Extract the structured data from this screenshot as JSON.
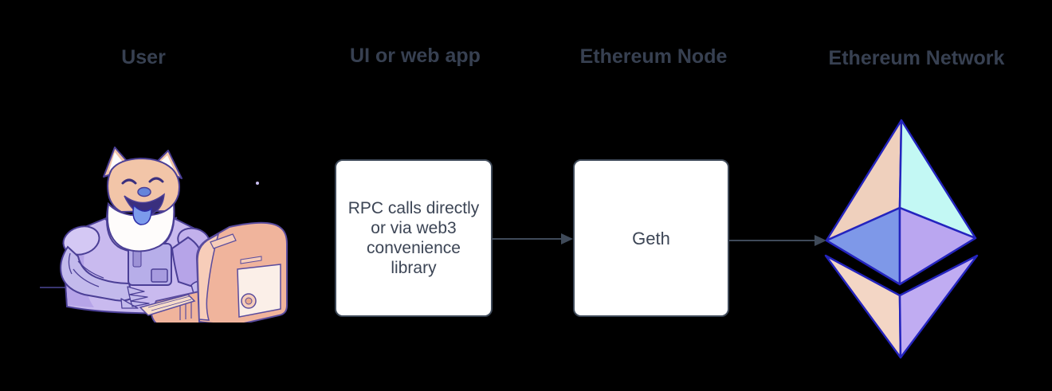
{
  "diagram": {
    "background": "#000000",
    "columns": {
      "user": {
        "label": "User"
      },
      "webapp": {
        "label": "UI or web app"
      },
      "node": {
        "label": "Ethereum Node"
      },
      "network": {
        "label": "Ethereum Network"
      }
    },
    "boxes": {
      "rpc": {
        "text": "RPC calls directly\nor via web3\nconvenience\nlibrary"
      },
      "geth": {
        "text": "Geth"
      }
    },
    "icons": {
      "user": "doge-astronaut-at-computer-illustration",
      "network": "ethereum-3d-diamond-logo"
    },
    "colors": {
      "background": "#000000",
      "label_text": "#374051",
      "box_background": "#FFFFFF",
      "box_border": "#3F4A59",
      "box_text": "#3C4555",
      "arrow": "#3F4A59",
      "eth_outline": "#2424BE",
      "eth_face_peach": "#EFD0BD",
      "eth_face_cyan": "#C3F8F4",
      "eth_face_blue": "#7E98E8",
      "eth_face_lavender": "#BAA6F0",
      "eth_lower_peach": "#F3D6C5",
      "eth_lower_lavender": "#C0ACF2"
    }
  }
}
